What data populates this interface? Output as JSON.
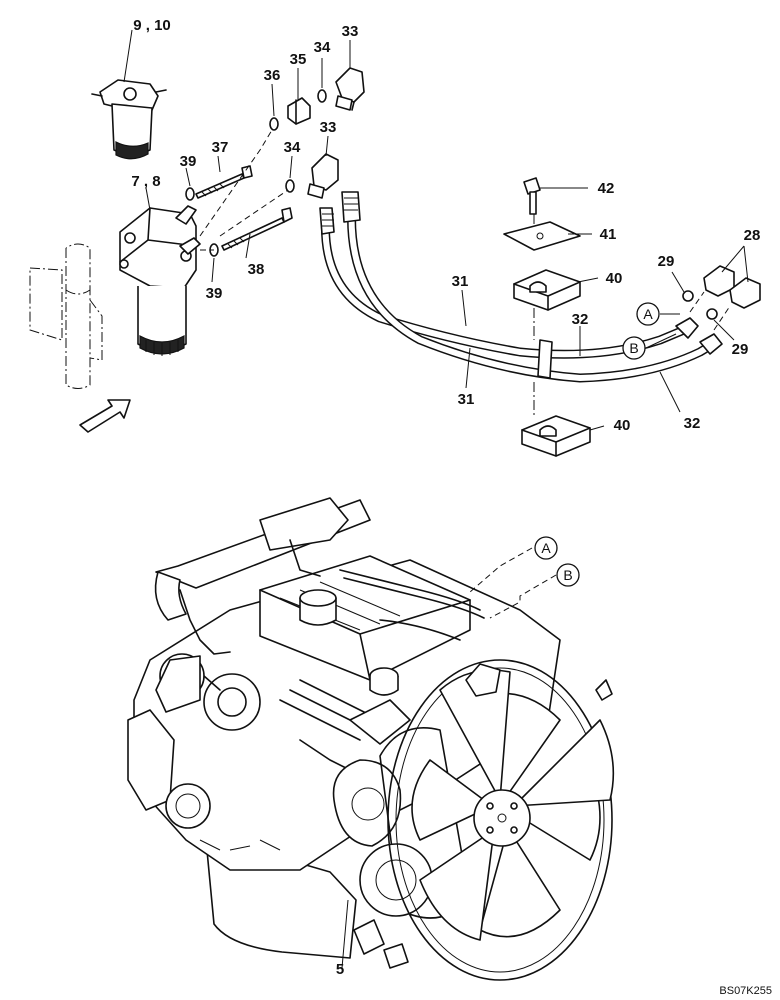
{
  "callouts": {
    "c_9_10": "9 , 10",
    "c_7_8": "7 , 8",
    "c_37": "37",
    "c_39a": "39",
    "c_39b": "39",
    "c_38": "38",
    "c_36": "36",
    "c_35": "35",
    "c_34a": "34",
    "c_34b": "34",
    "c_33a": "33",
    "c_33b": "33",
    "c_42": "42",
    "c_41": "41",
    "c_40a": "40",
    "c_40b": "40",
    "c_31a": "31",
    "c_31b": "31",
    "c_32a": "32",
    "c_32b": "32",
    "c_29a": "29",
    "c_29b": "29",
    "c_28": "28",
    "c_5": "5"
  },
  "refs": {
    "ref_a_top": "A",
    "ref_b_top": "B",
    "ref_a_engine": "A",
    "ref_b_engine": "B"
  },
  "drawing_code": "BS07K255"
}
